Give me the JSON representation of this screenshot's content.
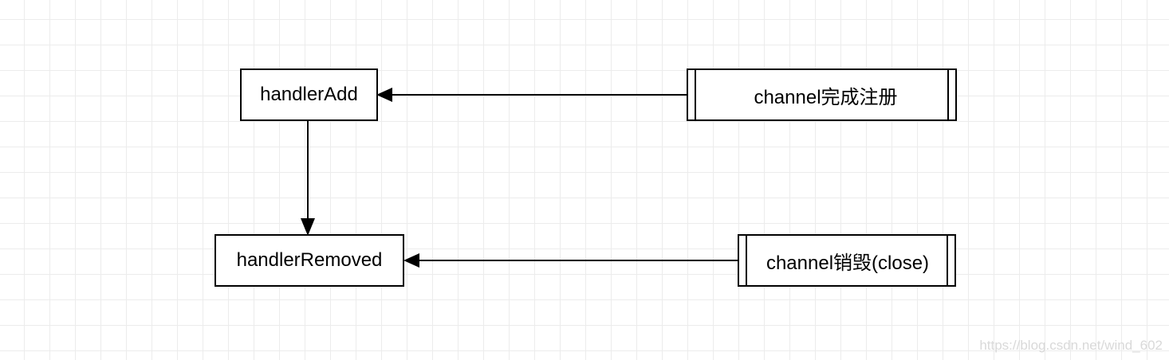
{
  "diagram": {
    "nodes": {
      "handler_add": "handlerAdd",
      "handler_removed": "handlerRemoved",
      "channel_registered": "channel完成注册",
      "channel_close": "channel销毁(close)"
    },
    "edges": [
      {
        "from": "channel完成注册",
        "to": "handlerAdd"
      },
      {
        "from": "handlerAdd",
        "to": "handlerRemoved"
      },
      {
        "from": "channel销毁(close)",
        "to": "handlerRemoved"
      }
    ]
  },
  "watermark": "https://blog.csdn.net/wind_602",
  "colors": {
    "stroke": "#000000",
    "grid": "#ececec",
    "background": "#ffffff"
  }
}
